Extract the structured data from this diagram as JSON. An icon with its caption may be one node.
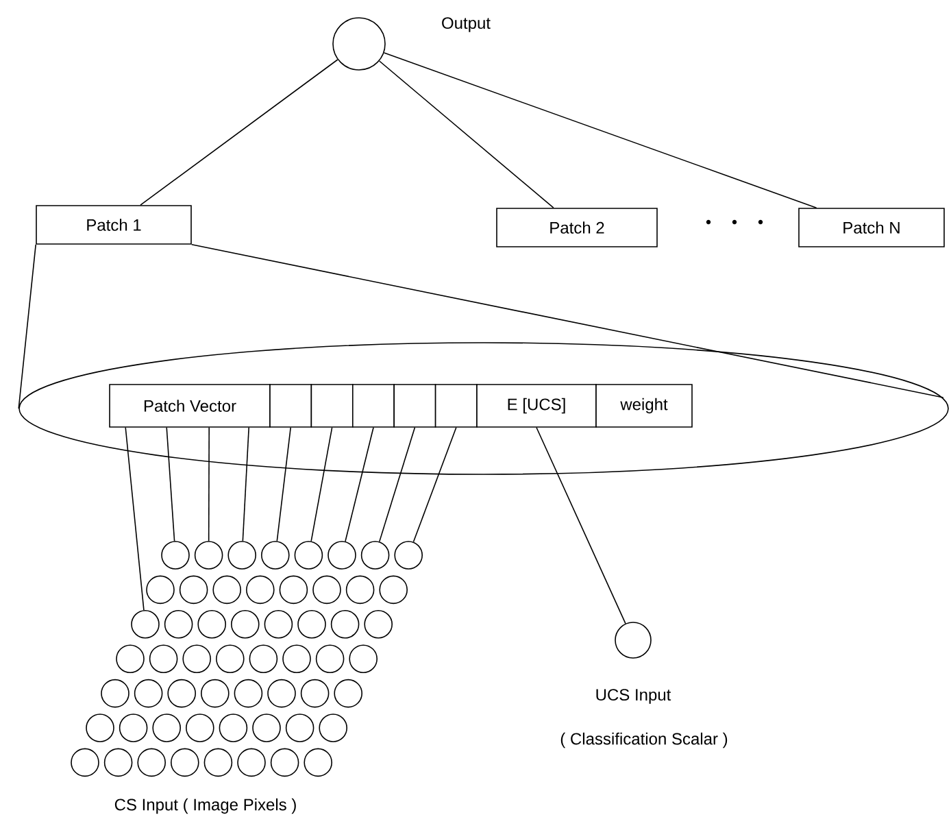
{
  "diagram": {
    "nodes": [
      {
        "text": [],
        "shape": "circle",
        "beside": [
          "Output"
        ]
      },
      {
        "text": [
          "Patch 1"
        ]
      },
      {
        "text": [
          "Patch 2"
        ]
      },
      {
        "text": [
          "Patch N"
        ]
      },
      {
        "text": [],
        "shape": "ellipse"
      },
      {
        "text": [
          "Patch Vector"
        ],
        "in": 4
      },
      {
        "text": [],
        "shape": "box",
        "in": 4
      },
      {
        "text": [],
        "shape": "box",
        "in": 4
      },
      {
        "text": [],
        "shape": "box",
        "in": 4
      },
      {
        "text": [],
        "shape": "box",
        "in": 4
      },
      {
        "text": [],
        "shape": "box",
        "in": 4
      },
      {
        "text": [
          "E [UCS]"
        ],
        "in": 4
      },
      {
        "text": [
          "weight"
        ],
        "in": 4
      },
      {
        "text": [],
        "shape": "circle",
        "beside": [
          "UCS Input",
          "( Classification Scalar )"
        ]
      },
      {
        "text": [],
        "shape": "circle"
      },
      {
        "text": [],
        "shape": "circle"
      },
      {
        "text": [],
        "shape": "circle"
      },
      {
        "text": [],
        "shape": "circle"
      },
      {
        "text": [],
        "shape": "circle"
      },
      {
        "text": [],
        "shape": "circle"
      },
      {
        "text": [],
        "shape": "circle"
      },
      {
        "text": [],
        "shape": "circle"
      },
      {
        "text": [],
        "shape": "circle"
      },
      {
        "text": [],
        "shape": "circle"
      },
      {
        "text": [],
        "shape": "circle"
      },
      {
        "text": [],
        "shape": "circle"
      },
      {
        "text": [],
        "shape": "circle"
      },
      {
        "text": [],
        "shape": "circle"
      },
      {
        "text": [],
        "shape": "circle"
      },
      {
        "text": [],
        "shape": "circle"
      },
      {
        "text": [],
        "shape": "circle"
      },
      {
        "text": [],
        "shape": "circle"
      },
      {
        "text": [],
        "shape": "circle"
      },
      {
        "text": [],
        "shape": "circle"
      },
      {
        "text": [],
        "shape": "circle"
      },
      {
        "text": [],
        "shape": "circle"
      },
      {
        "text": [],
        "shape": "circle"
      },
      {
        "text": [],
        "shape": "circle"
      },
      {
        "text": [],
        "shape": "circle"
      },
      {
        "text": [],
        "shape": "circle"
      },
      {
        "text": [],
        "shape": "circle"
      },
      {
        "text": [],
        "shape": "circle"
      },
      {
        "text": [],
        "shape": "circle"
      },
      {
        "text": [],
        "shape": "circle"
      },
      {
        "text": [],
        "shape": "circle"
      },
      {
        "text": [],
        "shape": "circle"
      },
      {
        "text": [],
        "shape": "circle"
      },
      {
        "text": [],
        "shape": "circle"
      },
      {
        "text": [],
        "shape": "circle"
      },
      {
        "text": [],
        "shape": "circle"
      },
      {
        "text": [],
        "shape": "circle"
      },
      {
        "text": [],
        "shape": "circle"
      },
      {
        "text": [],
        "shape": "circle"
      },
      {
        "text": [],
        "shape": "circle"
      },
      {
        "text": [],
        "shape": "circle"
      },
      {
        "text": [],
        "shape": "circle"
      },
      {
        "text": [],
        "shape": "circle"
      },
      {
        "text": [],
        "shape": "circle"
      },
      {
        "text": [],
        "shape": "circle"
      },
      {
        "text": [],
        "shape": "circle"
      },
      {
        "text": [],
        "shape": "circle"
      },
      {
        "text": [],
        "shape": "circle"
      },
      {
        "text": [],
        "shape": "circle"
      },
      {
        "text": [],
        "shape": "circle"
      },
      {
        "text": [],
        "shape": "circle"
      },
      {
        "text": [],
        "shape": "circle"
      },
      {
        "text": [],
        "shape": "circle"
      },
      {
        "text": [],
        "shape": "circle"
      },
      {
        "text": [],
        "shape": "circle"
      },
      {
        "text": [],
        "shape": "circle"
      }
    ],
    "edges": [
      {
        "from": 0,
        "to": 1,
        "arrow": "none"
      },
      {
        "from": 0,
        "to": 2,
        "arrow": "none"
      },
      {
        "from": 0,
        "to": 3,
        "arrow": "none"
      },
      {
        "from": 1,
        "to": 4,
        "arrow": "none"
      },
      {
        "from": 1,
        "to": 4,
        "arrow": "none"
      },
      {
        "from": 5,
        "to": 30,
        "arrow": "none"
      },
      {
        "from": 5,
        "to": 14,
        "arrow": "none"
      },
      {
        "from": 5,
        "to": 15,
        "arrow": "none"
      },
      {
        "from": 5,
        "to": 16,
        "arrow": "none"
      },
      {
        "from": 6,
        "to": 17,
        "arrow": "none"
      },
      {
        "from": 7,
        "to": 18,
        "arrow": "none"
      },
      {
        "from": 8,
        "to": 19,
        "arrow": "none"
      },
      {
        "from": 9,
        "to": 20,
        "arrow": "none"
      },
      {
        "from": 10,
        "to": 21,
        "arrow": "none"
      },
      {
        "from": 11,
        "to": 13,
        "arrow": "none"
      }
    ],
    "labels": [
      "CS Input ( Image Pixels )"
    ]
  }
}
